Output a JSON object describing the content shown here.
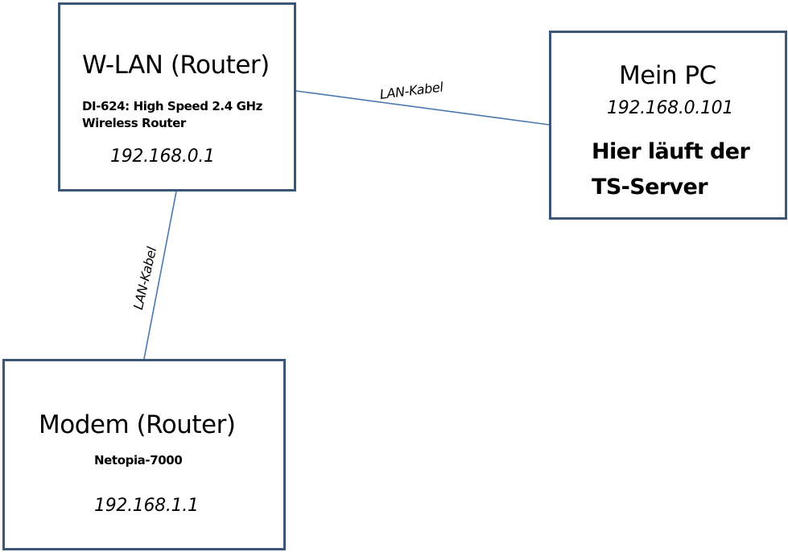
{
  "nodes": {
    "wlan_router": {
      "title": "W-LAN (Router)",
      "model_line1": "DI-624: High Speed 2.4 GHz",
      "model_line2": "Wireless Router",
      "ip": "192.168.0.1"
    },
    "my_pc": {
      "title": "Mein PC",
      "ip": "192.168.0.101",
      "note_line1": "Hier läuft der",
      "note_line2": "TS-Server"
    },
    "modem_router": {
      "title": "Modem (Router)",
      "model": "Netopia-7000",
      "ip": "192.168.1.1"
    }
  },
  "edges": [
    {
      "from": "wlan_router",
      "to": "my_pc",
      "label": "LAN-Kabel"
    },
    {
      "from": "wlan_router",
      "to": "modem_router",
      "label": "LAN-Kabel"
    }
  ],
  "colors": {
    "box_border": "#3c5678",
    "connector": "#4a78b0",
    "text": "#000000"
  }
}
